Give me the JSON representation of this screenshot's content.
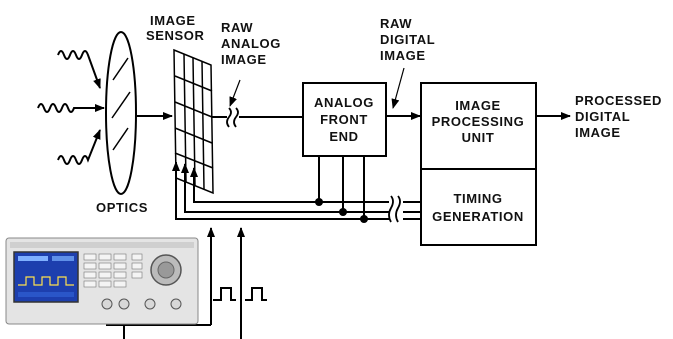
{
  "labels": {
    "optics": "OPTICS",
    "image_sensor": [
      "IMAGE",
      "SENSOR"
    ],
    "raw_analog_image": [
      "RAW",
      "ANALOG",
      "IMAGE"
    ],
    "raw_digital_image": [
      "RAW",
      "DIGITAL",
      "IMAGE"
    ],
    "analog_front_end": [
      "ANALOG",
      "FRONT",
      "END"
    ],
    "image_processing_unit": [
      "IMAGE",
      "PROCESSING",
      "UNIT"
    ],
    "timing_generation": [
      "TIMING",
      "GENERATION"
    ],
    "processed_digital_image": [
      "PROCESSED",
      "DIGITAL",
      "IMAGE"
    ]
  },
  "colors": {
    "line": "#000000",
    "generator_body": "#e4e4e4",
    "generator_screen": "#1d3fae"
  },
  "icons": {
    "light_waves": "wavy-arrow-icon",
    "lens": "lens-icon",
    "sensor": "sensor-grid-icon",
    "break": "signal-break-icon",
    "clock": "square-wave-icon",
    "generator": "function-generator-icon"
  }
}
